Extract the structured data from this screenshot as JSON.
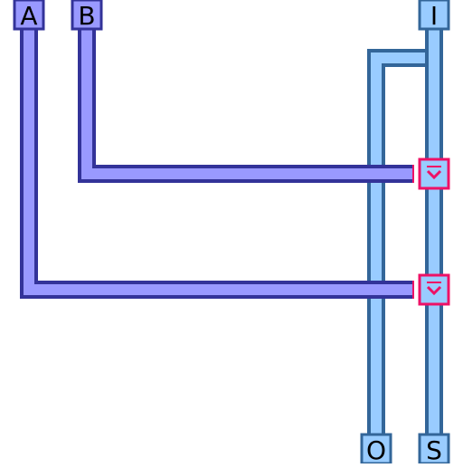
{
  "colors": {
    "violet_fill": "#9999ff",
    "violet_stroke": "#333399",
    "blue_fill": "#99ccff",
    "blue_stroke": "#336699",
    "switch_stroke": "#ee1166",
    "switch_fill": "#99ccff",
    "label_text": "#000000"
  },
  "terminals": {
    "a": {
      "label": "A"
    },
    "b": {
      "label": "B"
    },
    "i": {
      "label": "I"
    },
    "o": {
      "label": "O"
    },
    "s": {
      "label": "S"
    }
  },
  "switches": [
    {
      "name": "switch-upper",
      "icon": "chevron-down-icon"
    },
    {
      "name": "switch-lower",
      "icon": "chevron-down-icon"
    }
  ]
}
